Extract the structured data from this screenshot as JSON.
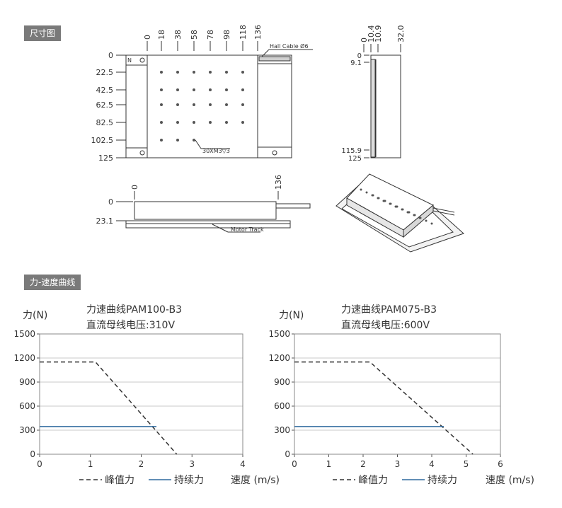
{
  "sections": {
    "dimensions_label": "尺寸图",
    "force_speed_label": "力-速度曲线"
  },
  "drawing": {
    "top_view": {
      "x_ticks": [
        "0",
        "18",
        "38",
        "58",
        "78",
        "98",
        "118",
        "136"
      ],
      "y_ticks": [
        "0",
        "22.5",
        "42.5",
        "62.5",
        "82.5",
        "102.5",
        "125"
      ],
      "hall_cable": "Hall Cable Ø6",
      "hole_callout": "30XM3▽3",
      "n_mark": "N"
    },
    "side_view": {
      "top_ticks": [
        "0",
        "10.4",
        "10.9",
        "32.0"
      ],
      "left_ticks": [
        "0",
        "9.1",
        "115.9",
        "125"
      ]
    },
    "front_view": {
      "top_ticks": [
        "0",
        "136"
      ],
      "left_ticks": [
        "0",
        "23.1"
      ],
      "motor_track": "Motor Track"
    }
  },
  "chart_data": [
    {
      "type": "line",
      "title": "力速曲线PAM100-B3",
      "subtitle": "直流母线电压:310V",
      "ylabel": "力(N)",
      "xlabel": "速度 (m/s)",
      "xlim": [
        0,
        4
      ],
      "ylim": [
        0,
        1500
      ],
      "x_ticks": [
        "0",
        "1",
        "2",
        "3",
        "4"
      ],
      "y_ticks": [
        "0",
        "300",
        "600",
        "900",
        "1200",
        "1500"
      ],
      "grid": true,
      "series": [
        {
          "name": "峰值力",
          "style": "dashed",
          "color": "#333333",
          "x": [
            0,
            1.1,
            2.7
          ],
          "y": [
            1150,
            1150,
            0
          ]
        },
        {
          "name": "持续力",
          "style": "solid",
          "color": "#2e6a9e",
          "x": [
            0,
            2.3
          ],
          "y": [
            345,
            345
          ]
        }
      ],
      "legend_position": "bottom"
    },
    {
      "type": "line",
      "title": "力速曲线PAM075-B3",
      "subtitle": "直流母线电压:600V",
      "ylabel": "力(N)",
      "xlabel": "速度 (m/s)",
      "xlim": [
        0,
        6
      ],
      "ylim": [
        0,
        1500
      ],
      "x_ticks": [
        "0",
        "1",
        "2",
        "3",
        "4",
        "5",
        "6"
      ],
      "y_ticks": [
        "0",
        "300",
        "600",
        "900",
        "1200",
        "1500"
      ],
      "grid": true,
      "series": [
        {
          "name": "峰值力",
          "style": "dashed",
          "color": "#333333",
          "x": [
            0,
            2.2,
            5.2
          ],
          "y": [
            1150,
            1150,
            0
          ]
        },
        {
          "name": "持续力",
          "style": "solid",
          "color": "#2e6a9e",
          "x": [
            0,
            4.35
          ],
          "y": [
            345,
            345
          ]
        }
      ],
      "legend_position": "bottom"
    }
  ]
}
